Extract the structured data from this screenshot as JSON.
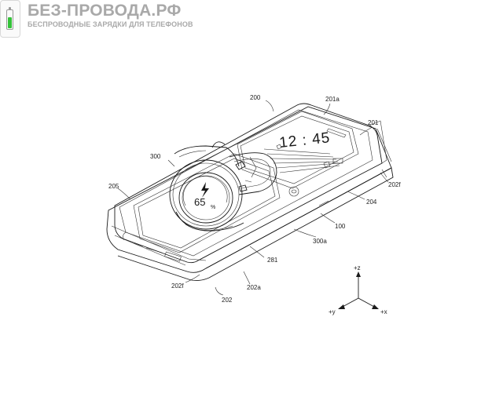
{
  "site": {
    "title": "БЕЗ-ПРОВОДА.РФ",
    "subtitle": "БЕСПРОВОДНЫЕ ЗАРЯДКИ ДЛЯ ТЕЛЕФОНОВ"
  },
  "icons": {
    "logo": "battery-charging-icon",
    "battery_fill_color": "#35c23a"
  },
  "figure": {
    "clock_time": "12 : 45",
    "watch_charge": "65",
    "watch_unit": "%",
    "labels": {
      "l200": "200",
      "l201a": "201a",
      "l201": "201",
      "l300": "300",
      "l205": "205",
      "l202f_right": "202f",
      "l204": "204",
      "l100": "100",
      "l300a": "300a",
      "l281": "281",
      "l202f_left": "202f",
      "l202a": "202a",
      "l202": "202"
    },
    "axes": {
      "z": "+z",
      "y": "+y",
      "x": "+x"
    }
  }
}
